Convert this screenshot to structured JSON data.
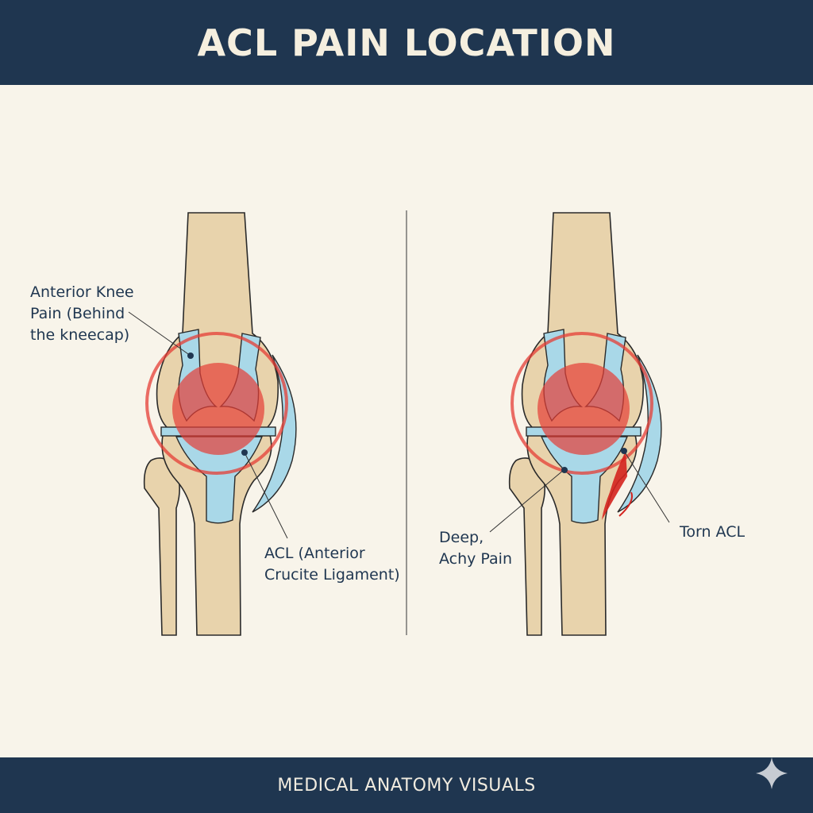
{
  "header": {
    "title": "ACL PAIN LOCATION"
  },
  "left_panel": {
    "label_anterior": [
      "Anterior Knee",
      "Pain (Behind",
      "the kneecap)"
    ],
    "label_acl": [
      "ACL (Anterior",
      "Crucite Ligament)"
    ]
  },
  "right_panel": {
    "label_deep": [
      "Deep,",
      "Achy Pain"
    ],
    "label_torn": "Torn ACL"
  },
  "footer": {
    "text": "MEDICAL ANATOMY VISUALS",
    "icon": "sparkle-icon"
  },
  "colors": {
    "navy": "#1f3650",
    "bone": "#e8d3ac",
    "ligament": "#a9d8e8",
    "pain": "#e53d36",
    "background": "#f8f4ea"
  }
}
